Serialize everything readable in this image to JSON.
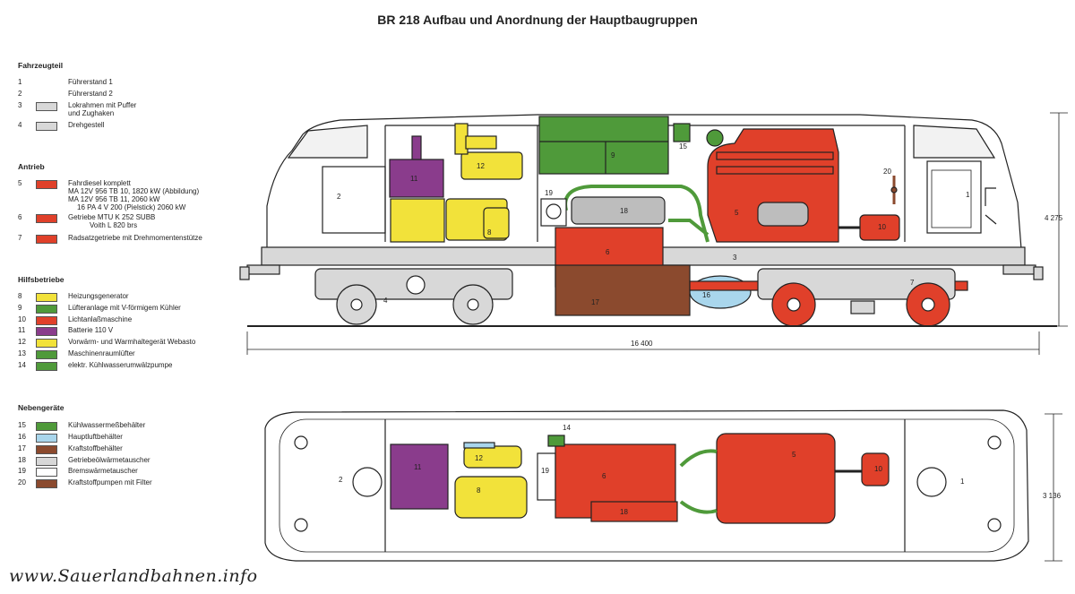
{
  "title": "BR 218  Aufbau und Anordnung der Hauptbaugruppen",
  "colors": {
    "red": "#e0402a",
    "green": "#4f9a3a",
    "yellow": "#f2e23a",
    "purple": "#8a3c8c",
    "blue": "#a9d6ec",
    "brown": "#8b4a2e",
    "gray": "#d8d8d8",
    "white": "#ffffff"
  },
  "legend": {
    "fahrzeugteil": {
      "title": "Fahrzeugteil",
      "items": [
        {
          "num": "1",
          "label": "Führerstand 1",
          "swatch": ""
        },
        {
          "num": "2",
          "label": "Führerstand 2",
          "swatch": ""
        },
        {
          "num": "3",
          "label": "Lokrahmen mit Puffer",
          "label2": "und Zughaken",
          "swatch": "gray"
        },
        {
          "num": "4",
          "label": "Drehgestell",
          "swatch": "gray"
        }
      ]
    },
    "antrieb": {
      "title": "Antrieb",
      "items": [
        {
          "num": "5",
          "label": "Fahrdiesel komplett",
          "label2": "MA 12V 956 TB 10, 1820 kW (Abbildung)",
          "label3": "MA 12V 956 TB 11, 2060 kW",
          "label4": "16 PA 4 V 200 (Pielstick) 2060 kW",
          "swatch": "red"
        },
        {
          "num": "6",
          "label": "Getriebe MTU K 252 SUBB",
          "label2": "Voith L 820 brs",
          "swatch": "red"
        },
        {
          "num": "7",
          "label": "Radsatzgetriebe mit Drehmomentenstütze",
          "swatch": "red"
        }
      ]
    },
    "hilfsbetriebe": {
      "title": "Hilfsbetriebe",
      "items": [
        {
          "num": "8",
          "label": "Heizungsgenerator",
          "swatch": "yellow"
        },
        {
          "num": "9",
          "label": "Lüfteranlage mit V-förmigem Kühler",
          "swatch": "green"
        },
        {
          "num": "10",
          "label": "Lichtanlaßmaschine",
          "swatch": "red"
        },
        {
          "num": "11",
          "label": "Batterie 110 V",
          "swatch": "purple"
        },
        {
          "num": "12",
          "label": "Vorwärm- und Warmhaltegerät Webasto",
          "swatch": "yellow"
        },
        {
          "num": "13",
          "label": "Maschinenraumlüfter",
          "swatch": "green"
        },
        {
          "num": "14",
          "label": "elektr. Kühlwasserumwälzpumpe",
          "swatch": "green"
        }
      ]
    },
    "nebengeraete": {
      "title": "Nebengeräte",
      "items": [
        {
          "num": "15",
          "label": "Kühlwassermeßbehälter",
          "swatch": "green"
        },
        {
          "num": "16",
          "label": "Hauptluftbehälter",
          "swatch": "blue"
        },
        {
          "num": "17",
          "label": "Kraftstoffbehälter",
          "swatch": "brown"
        },
        {
          "num": "18",
          "label": "Getriebeölwärmetauscher",
          "swatch": "gray"
        },
        {
          "num": "19",
          "label": "Bremswärmetauscher",
          "swatch": "white"
        },
        {
          "num": "20",
          "label": "Kraftstoffpumpen mit Filter",
          "swatch": "brown"
        }
      ]
    }
  },
  "side_labels": [
    "1",
    "2",
    "3",
    "4",
    "5",
    "6",
    "7",
    "8",
    "9",
    "10",
    "11",
    "12",
    "15",
    "16",
    "17",
    "18",
    "19",
    "20"
  ],
  "plan_labels": [
    "1",
    "2",
    "5",
    "6",
    "8",
    "10",
    "11",
    "12",
    "14",
    "18",
    "19"
  ],
  "dimensions": {
    "length": "16 400",
    "height": "4 275",
    "width": "3 136"
  },
  "watermark": "www.Sauerlandbahnen.info"
}
